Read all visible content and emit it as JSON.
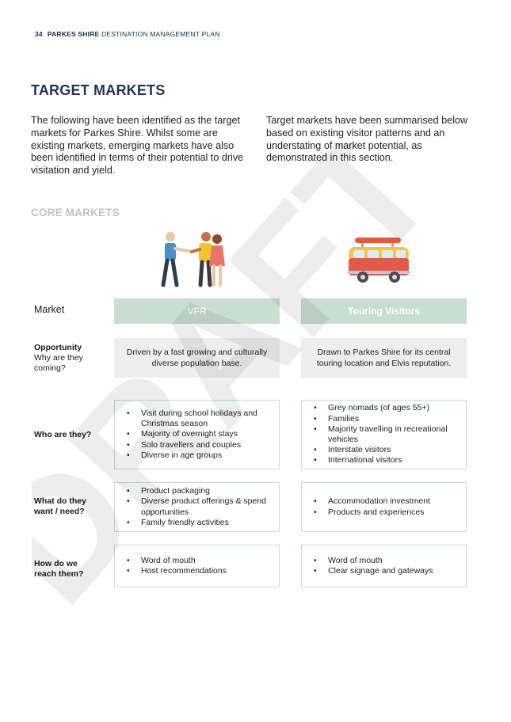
{
  "header": {
    "page_number": "34",
    "brand": "PARKES SHIRE",
    "doc_title": "DESTINATION MANAGEMENT PLAN"
  },
  "title": "TARGET MARKETS",
  "intro": {
    "left": "The following have been identified as the target markets for Parkes Shire. Whilst some are existing markets, emerging markets have also been identified in terms of their potential to drive visitation and yield.",
    "right": "Target markets have been summarised below based on existing visitor patterns and an understating of market potential, as demonstrated in this section."
  },
  "section_label": "CORE MARKETS",
  "watermark": "DRAFT",
  "rows": {
    "market": "Market",
    "opportunity": "Opportunity",
    "opportunity_sub": "Why are they coming?",
    "who": "Who are they?",
    "want": "What do they want / need?",
    "reach": "How do we reach them?"
  },
  "markets": [
    {
      "name": "VFR",
      "icon": "people-group-icon",
      "opportunity": "Driven by a fast growing and culturally diverse population base.",
      "who": [
        "Visit during school holidays and Christmas season",
        "Majority of overnight stays",
        "Solo travellers and couples",
        "Diverse in age groups"
      ],
      "want": [
        "Product packaging",
        "Diverse product offerings & spend opportunities",
        "Family friendly activities"
      ],
      "reach": [
        "Word of mouth",
        "Host recommendations"
      ]
    },
    {
      "name": "Touring Visitors",
      "icon": "camper-van-icon",
      "opportunity": "Drawn to Parkes Shire for its central touring location and Elvis reputation.",
      "who": [
        "Grey nomads (of ages 55+)",
        "Families",
        "Majority travelling in recreational vehicles",
        "Interstate visitors",
        "International visitors"
      ],
      "want": [
        "Accommodation investment",
        "Products and experiences"
      ],
      "reach": [
        "Word of mouth",
        "Clear signage and gateways"
      ]
    }
  ],
  "colors": {
    "accent": "#c9ddd3",
    "title": "#1e3558",
    "muted": "#c2c2c2",
    "shade": "#eeeeee"
  }
}
